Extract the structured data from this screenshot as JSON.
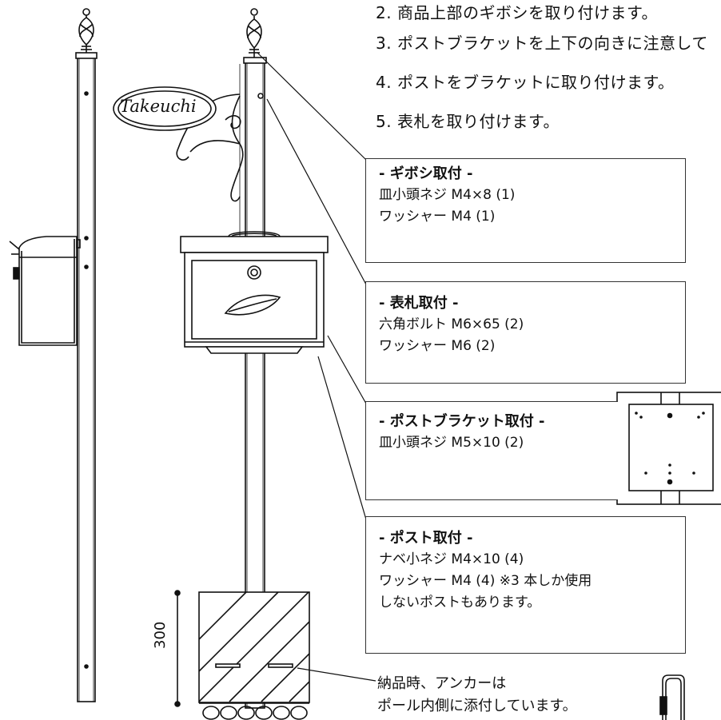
{
  "steps": [
    "2. 商品上部のギボシを取り付けます。",
    "3. ポストブラケットを上下の向きに注意して",
    "4. ポストをブラケットに取り付けます。",
    "5. 表札を取り付けます。"
  ],
  "boxes": {
    "finial": {
      "title": "- ギボシ取付 -",
      "lines": [
        "皿小頭ネジ M4×8 (1)",
        "ワッシャー M4 (1)"
      ]
    },
    "nameplate": {
      "title": "- 表札取付 -",
      "lines": [
        "六角ボルト M6×65 (2)",
        "ワッシャー M6 (2)"
      ]
    },
    "bracket": {
      "title": "- ポストブラケット取付 -",
      "lines": [
        "皿小頭ネジ M5×10 (2)"
      ]
    },
    "post": {
      "title": "- ポスト取付 -",
      "lines": [
        "ナベ小ネジ M4×10 (4)",
        "ワッシャー M4  (4) ※3 本しか使用",
        "しないポストもあります。"
      ]
    }
  },
  "anchor_note": [
    "納品時、アンカーは",
    "ポール内側に添付しています。"
  ],
  "nameplate_text": "Takeuchi",
  "dimension_label": "300"
}
